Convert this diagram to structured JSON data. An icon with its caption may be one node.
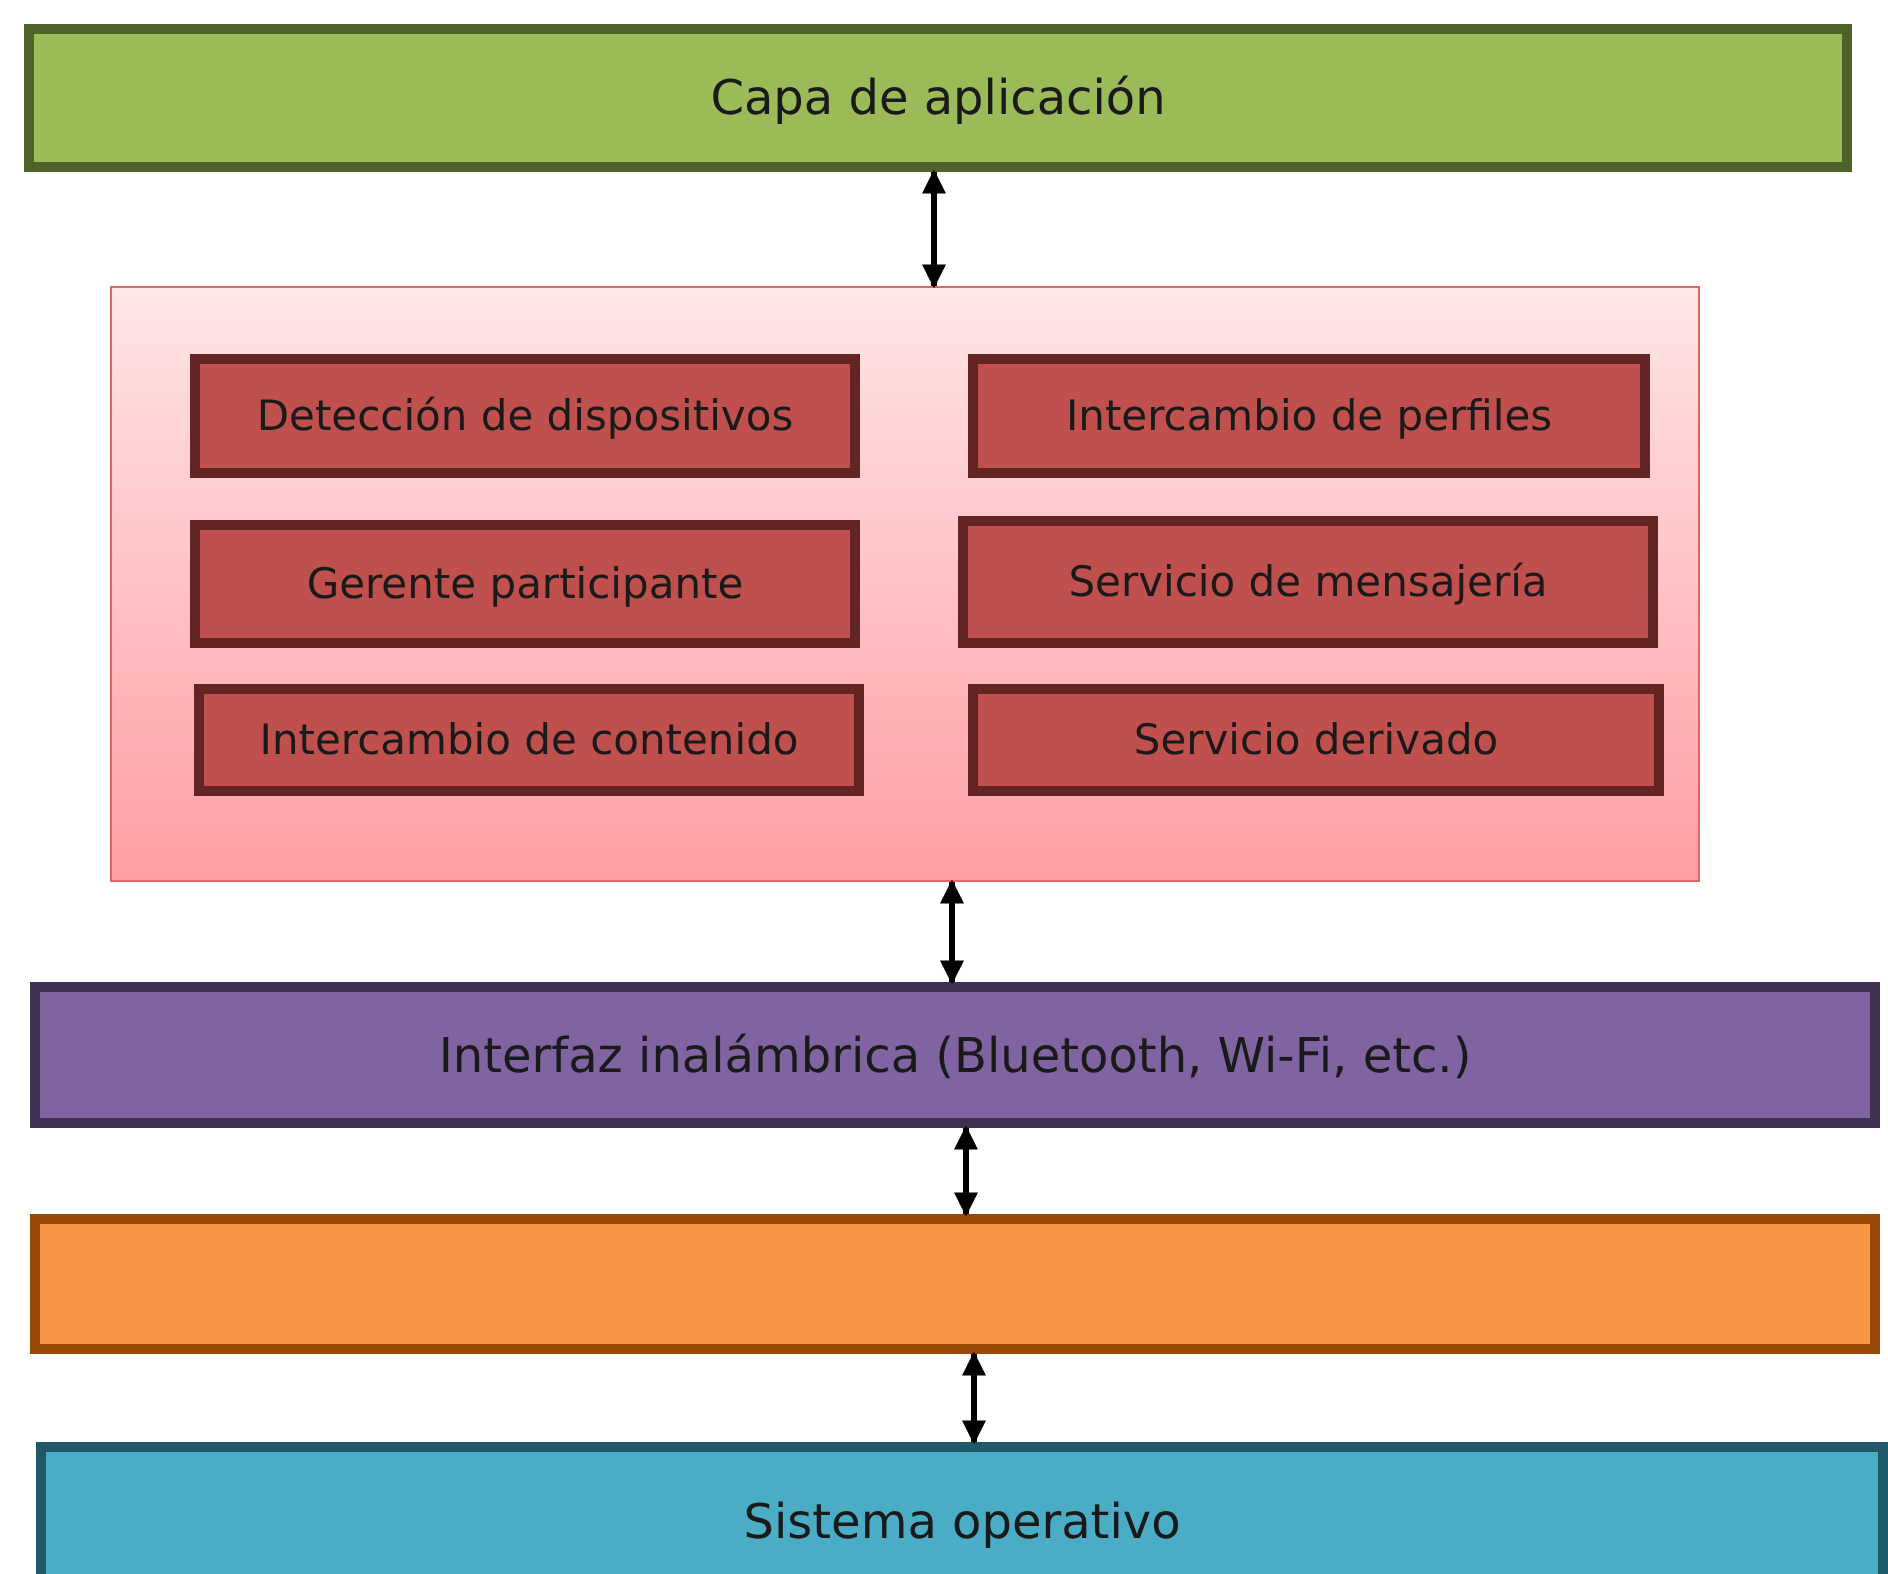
{
  "diagram": {
    "nodes": [
      {
        "text": [
          "Capa de aplicación"
        ]
      },
      {
        "text": [],
        "shape": "box"
      },
      {
        "text": [
          "Detección de dispositivos"
        ],
        "in": 1
      },
      {
        "text": [
          "Intercambio de perfiles"
        ],
        "in": 1
      },
      {
        "text": [
          "Gerente participante"
        ],
        "in": 1
      },
      {
        "text": [
          "Servicio de mensajería"
        ],
        "in": 1
      },
      {
        "text": [
          "Intercambio de contenido"
        ],
        "in": 1
      },
      {
        "text": [
          "Servicio derivado"
        ],
        "in": 1
      },
      {
        "text": [
          "Interfaz inalámbrica (Bluetooth, Wi-Fi, etc.)"
        ]
      },
      {
        "text": [],
        "shape": "box"
      },
      {
        "text": [
          "Sistema operativo"
        ]
      }
    ],
    "edges": [
      {
        "from": 0,
        "to": 1,
        "arrow": "both"
      },
      {
        "from": 1,
        "to": 8,
        "arrow": "both"
      },
      {
        "from": 8,
        "to": 9,
        "arrow": "both"
      },
      {
        "from": 9,
        "to": 10,
        "arrow": "both"
      }
    ]
  }
}
